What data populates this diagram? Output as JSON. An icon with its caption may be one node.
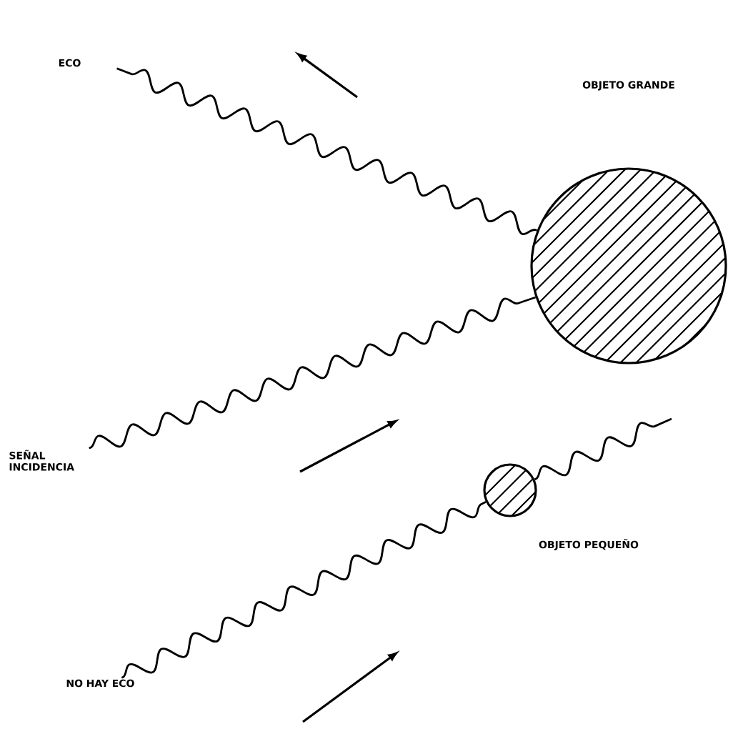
{
  "diagram": {
    "nodes": [
      {
        "text": [
          "ECO"
        ]
      },
      {
        "text": [
          "OBJETO GRANDE"
        ]
      },
      {
        "text": [
          "SEÑAL INCIDENCIA"
        ]
      },
      {
        "text": [
          "OBJETO PEQUEÑO"
        ]
      },
      {
        "text": [
          "NO HAY ECO"
        ]
      }
    ],
    "edges": [
      {
        "from": 1,
        "to": 0,
        "arrow": "none"
      },
      {
        "from": 2,
        "to": 1,
        "arrow": "none"
      },
      {
        "from": 4,
        "to": 3,
        "arrow": "none"
      },
      {
        "from": 3,
        "to": null,
        "arrow": "none"
      }
    ]
  }
}
